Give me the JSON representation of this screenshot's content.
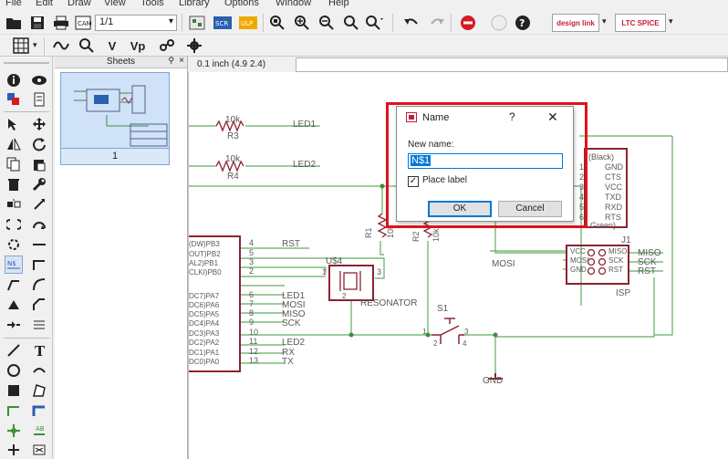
{
  "menu": [
    "File",
    "Edit",
    "Draw",
    "View",
    "Tools",
    "Library",
    "Options",
    "Window",
    "Help"
  ],
  "toolbar": {
    "sheet_combo": "1/1",
    "scr_label": "SCR",
    "ulp_label": "ULP",
    "designlink_label": "design link",
    "ltspice_label": "LTC SPICE"
  },
  "toolbar2": {
    "v_label": "V",
    "vp_label": "Vp"
  },
  "sheets_panel": {
    "title": "Sheets",
    "sheet_number": "1"
  },
  "coord": {
    "readout": "0.1 inch (4.9 2.4)"
  },
  "schematic": {
    "r3": {
      "value": "10k",
      "name": "R3",
      "net": "LED1"
    },
    "r4": {
      "value": "10k",
      "name": "R4",
      "net": "LED2"
    },
    "r1": {
      "name": "R1",
      "value": "10k"
    },
    "r2": {
      "name": "R2",
      "value": "10k"
    },
    "header_j1_pins": [
      "GND",
      "CTS",
      "VCC",
      "TXD",
      "RXD",
      "RTS"
    ],
    "header_numbers": [
      "1",
      "2",
      "3",
      "4",
      "5",
      "6"
    ],
    "header_top": "(Black)",
    "header_bottom": "Green)",
    "j1": {
      "name": "J1",
      "pins_left": [
        "VCC",
        "MOSI",
        "GND"
      ],
      "pins_right": [
        "MISO",
        "SCK",
        "RST"
      ],
      "nets": [
        "MISO",
        "SCK",
        "RST"
      ],
      "label": "ISP",
      "net_mosi": "MOSI"
    },
    "mcu_pins": [
      "(DW)PB3",
      "OUT)PB2",
      "AL2)PB1",
      "CLKI)PB0",
      "DC7)PA7",
      "DC6)PA6",
      "DC5)PA5",
      "DC4)PA4",
      "DC3)PA3",
      "DC2)PA2",
      "DC1)PA1",
      "DC0)PA0"
    ],
    "mcu_nums": [
      "4",
      "5",
      "3",
      "2",
      "6",
      "7",
      "8",
      "9",
      "10",
      "11",
      "12",
      "13"
    ],
    "mcu_nets": [
      "RST",
      "",
      "",
      "",
      "LED1",
      "MOSI",
      "MISO",
      "SCK",
      "",
      "LED2",
      "RX",
      "TX"
    ],
    "resonator": {
      "name": "U$4",
      "label": "RESONATOR",
      "pin1": "1",
      "pin3": "3",
      "pin2": "2"
    },
    "switch": {
      "name": "S1",
      "pins": [
        "1",
        "2",
        "3",
        "4"
      ]
    },
    "gnd_label": "GND"
  },
  "dialog": {
    "title": "Name",
    "help": "?",
    "label": "New name:",
    "value": "N$1",
    "checkbox_label": "Place label",
    "checked": true,
    "ok": "OK",
    "cancel": "Cancel"
  },
  "colors": {
    "wire": "#5fae5f",
    "part": "#8b2332",
    "text": "#5a5a5a",
    "highlight": "#e0121b",
    "accent": "#0078d7"
  }
}
